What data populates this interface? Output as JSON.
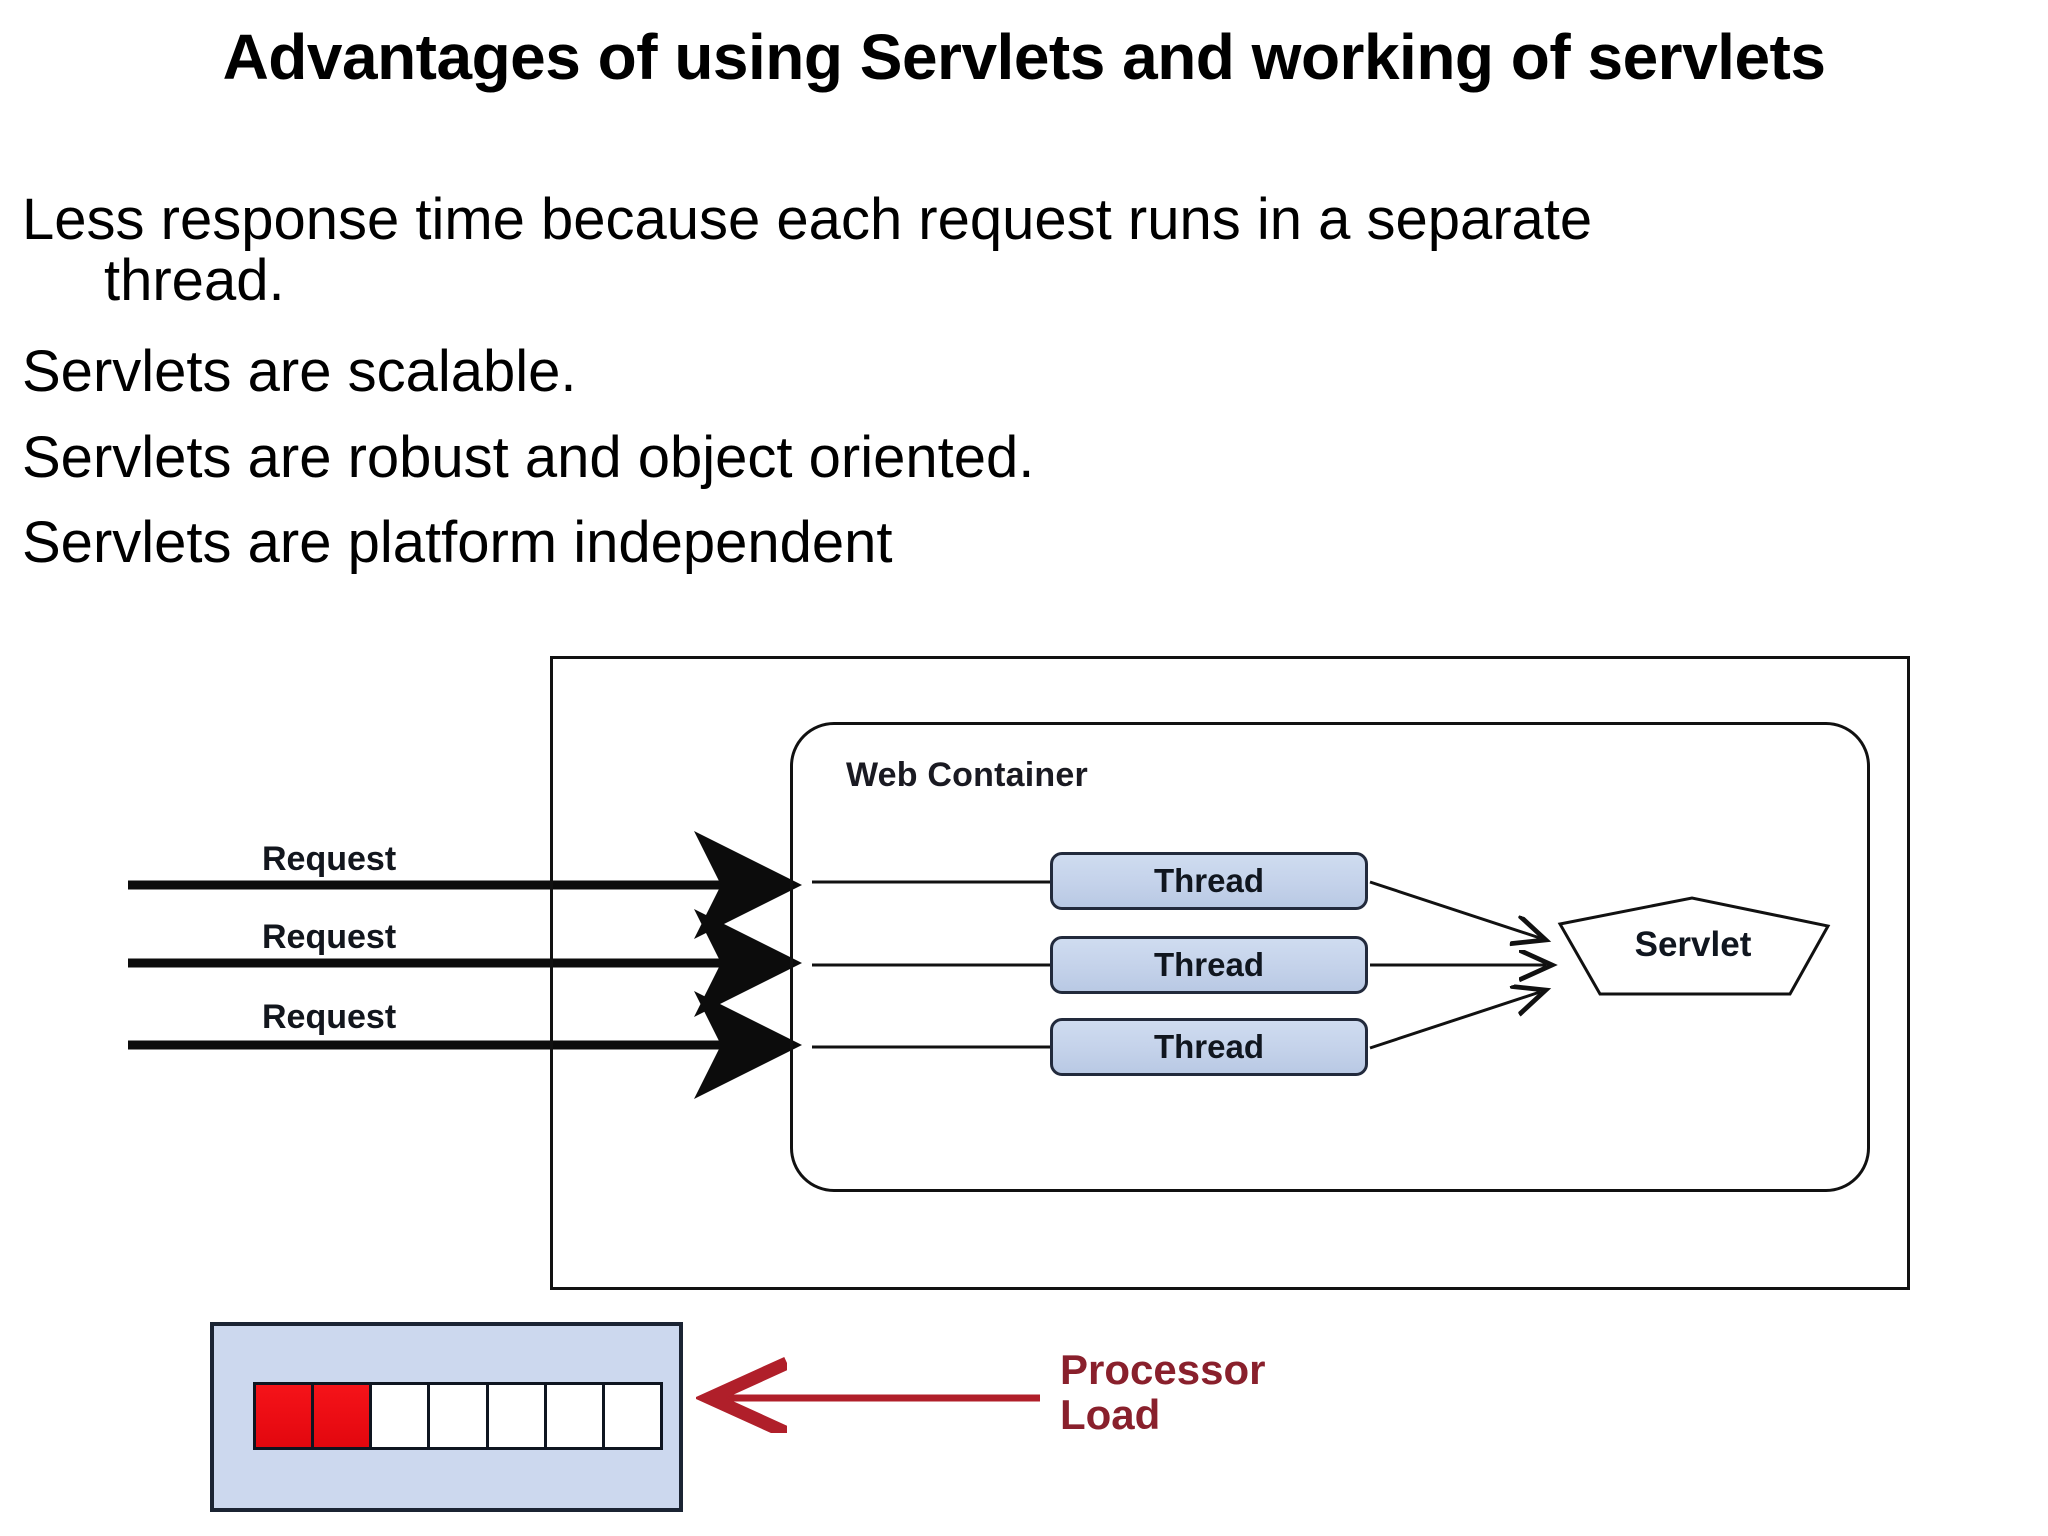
{
  "slide": {
    "title": "Advantages of using Servlets and working of servlets",
    "bullets": [
      "Less response time because each request runs in a separate",
      "thread.",
      "Servlets are scalable.",
      "Servlets are robust and object oriented.",
      "Servlets are platform independent"
    ]
  },
  "diagram": {
    "web_container_label": "Web Container",
    "requests": [
      {
        "label": "Request"
      },
      {
        "label": "Request"
      },
      {
        "label": "Request"
      }
    ],
    "threads": [
      {
        "label": "Thread"
      },
      {
        "label": "Thread"
      },
      {
        "label": "Thread"
      }
    ],
    "servlet_label": "Servlet",
    "processor_load_label": "Processor\nLoad",
    "gauge": {
      "total_cells": 7,
      "filled_cells": 2
    },
    "colors": {
      "thread_fill": "#c4d2ea",
      "thread_border": "#222a3c",
      "panel_fill": "#ccd8ee",
      "gauge_on": "#ec0d14",
      "gauge_off": "#ffffff",
      "processor_load_text": "#89202c",
      "line": "#111111"
    }
  }
}
